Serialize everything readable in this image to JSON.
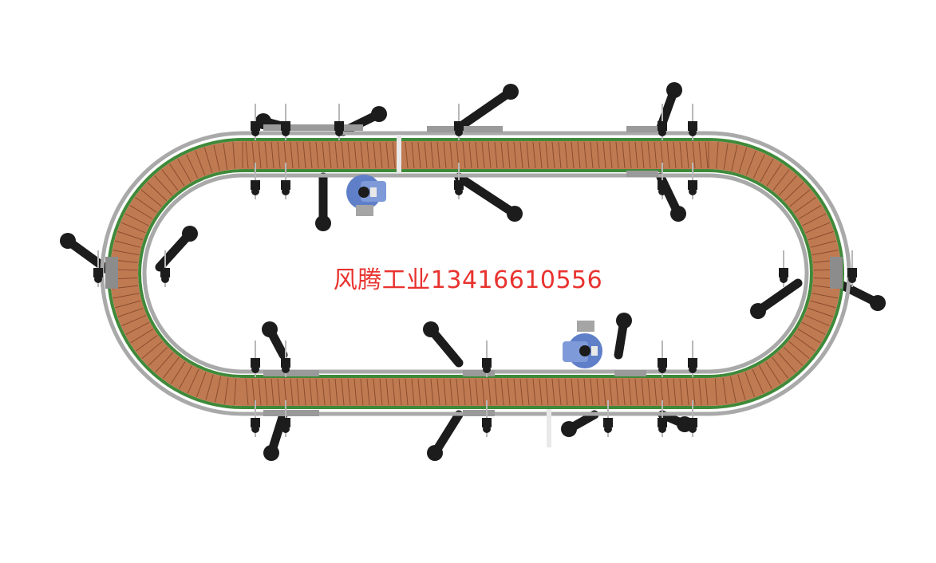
{
  "diagram": {
    "caption": {
      "company": "风腾工业",
      "phone": "13416610556"
    },
    "colors": {
      "caption": "#e8332f",
      "chain": "#c07a52",
      "chain_line": "#8b4d2c",
      "guide_rail": "#3f8a3a",
      "frame": "#a9a9a9",
      "bracket": "#1c1c1c",
      "motor": "#5f7fc9"
    },
    "components": {
      "conveyor_chain": "conveyor-chain",
      "guide_rails": "guide-rails",
      "support_legs": "support-legs",
      "drive_motors": "drive-motors"
    }
  }
}
